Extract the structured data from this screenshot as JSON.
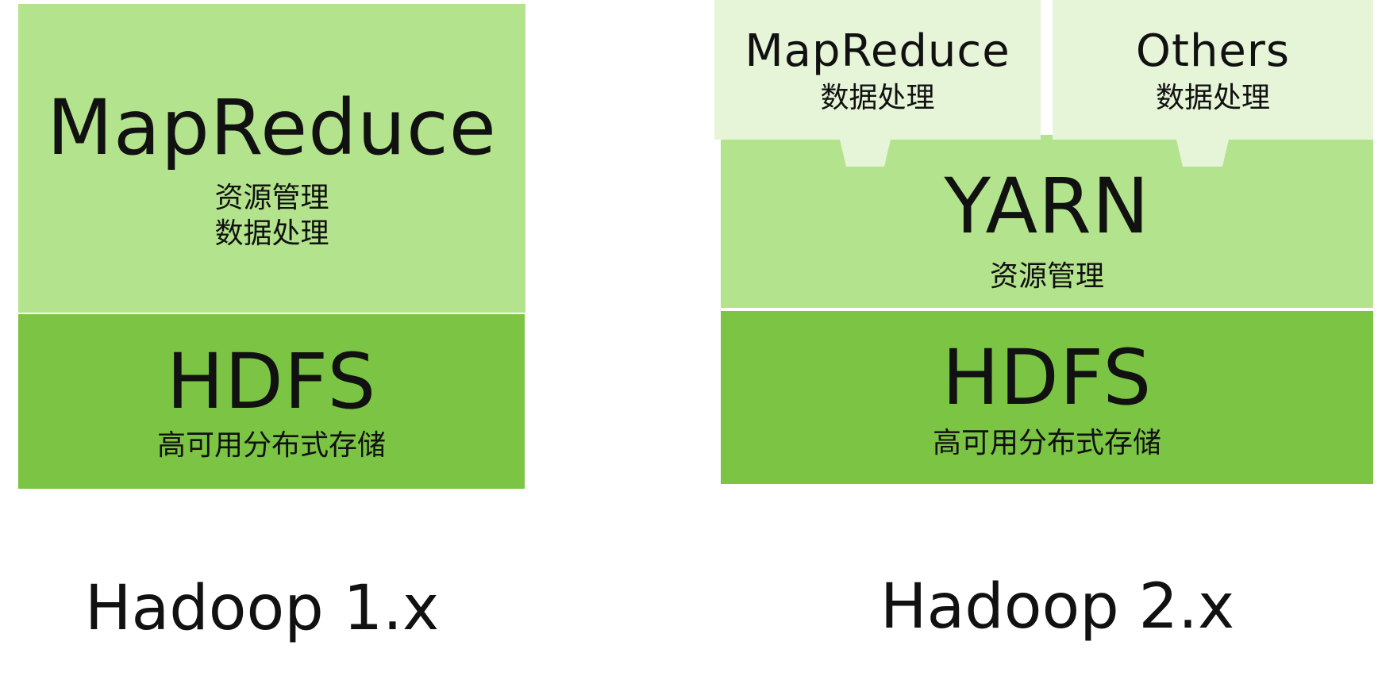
{
  "hadoop1": {
    "mapreduce": {
      "title": "MapReduce",
      "line1": "资源管理",
      "line2": "数据处理"
    },
    "hdfs": {
      "title": "HDFS",
      "subtitle": "高可用分布式存储"
    },
    "label": "Hadoop 1.x"
  },
  "hadoop2": {
    "mapreduce": {
      "title": "MapReduce",
      "subtitle": "数据处理"
    },
    "others": {
      "title": "Others",
      "subtitle": "数据处理"
    },
    "yarn": {
      "title": "YARN",
      "subtitle": "资源管理"
    },
    "hdfs": {
      "title": "HDFS",
      "subtitle": "高可用分布式存储"
    },
    "label": "Hadoop 2.x"
  },
  "colors": {
    "light_green": "#b3e38c",
    "dark_green": "#7bc444",
    "pale_green": "#e6f4d8"
  }
}
